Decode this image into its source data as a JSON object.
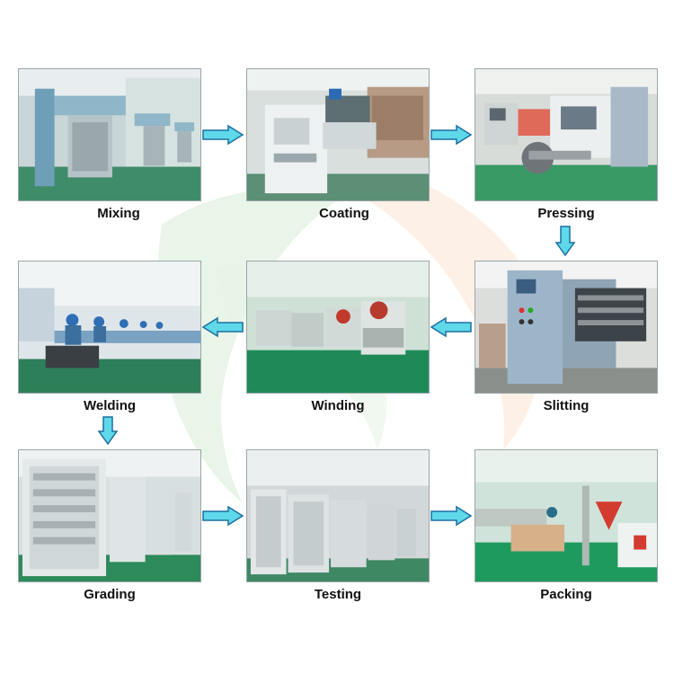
{
  "steps": [
    {
      "label": "Mixing",
      "image": "mixing-machines-photo"
    },
    {
      "label": "Coating",
      "image": "coating-machine-photo"
    },
    {
      "label": "Pressing",
      "image": "pressing-machine-photo"
    },
    {
      "label": "Slitting",
      "image": "slitting-machine-photo"
    },
    {
      "label": "Winding",
      "image": "winding-line-photo"
    },
    {
      "label": "Welding",
      "image": "welding-workers-photo"
    },
    {
      "label": "Grading",
      "image": "grading-cabinets-photo"
    },
    {
      "label": "Testing",
      "image": "testing-cabinets-photo"
    },
    {
      "label": "Packing",
      "image": "packing-room-photo"
    }
  ],
  "flow_order": [
    "Mixing",
    "Coating",
    "Pressing",
    "Slitting",
    "Winding",
    "Welding",
    "Grading",
    "Testing",
    "Packing"
  ],
  "colors": {
    "arrow_fill": "#5fd9ea",
    "arrow_stroke": "#1c6fa0",
    "label_text": "#111111",
    "floor_green": "#2f9a63",
    "machine_blue": "#8fb6c9"
  }
}
